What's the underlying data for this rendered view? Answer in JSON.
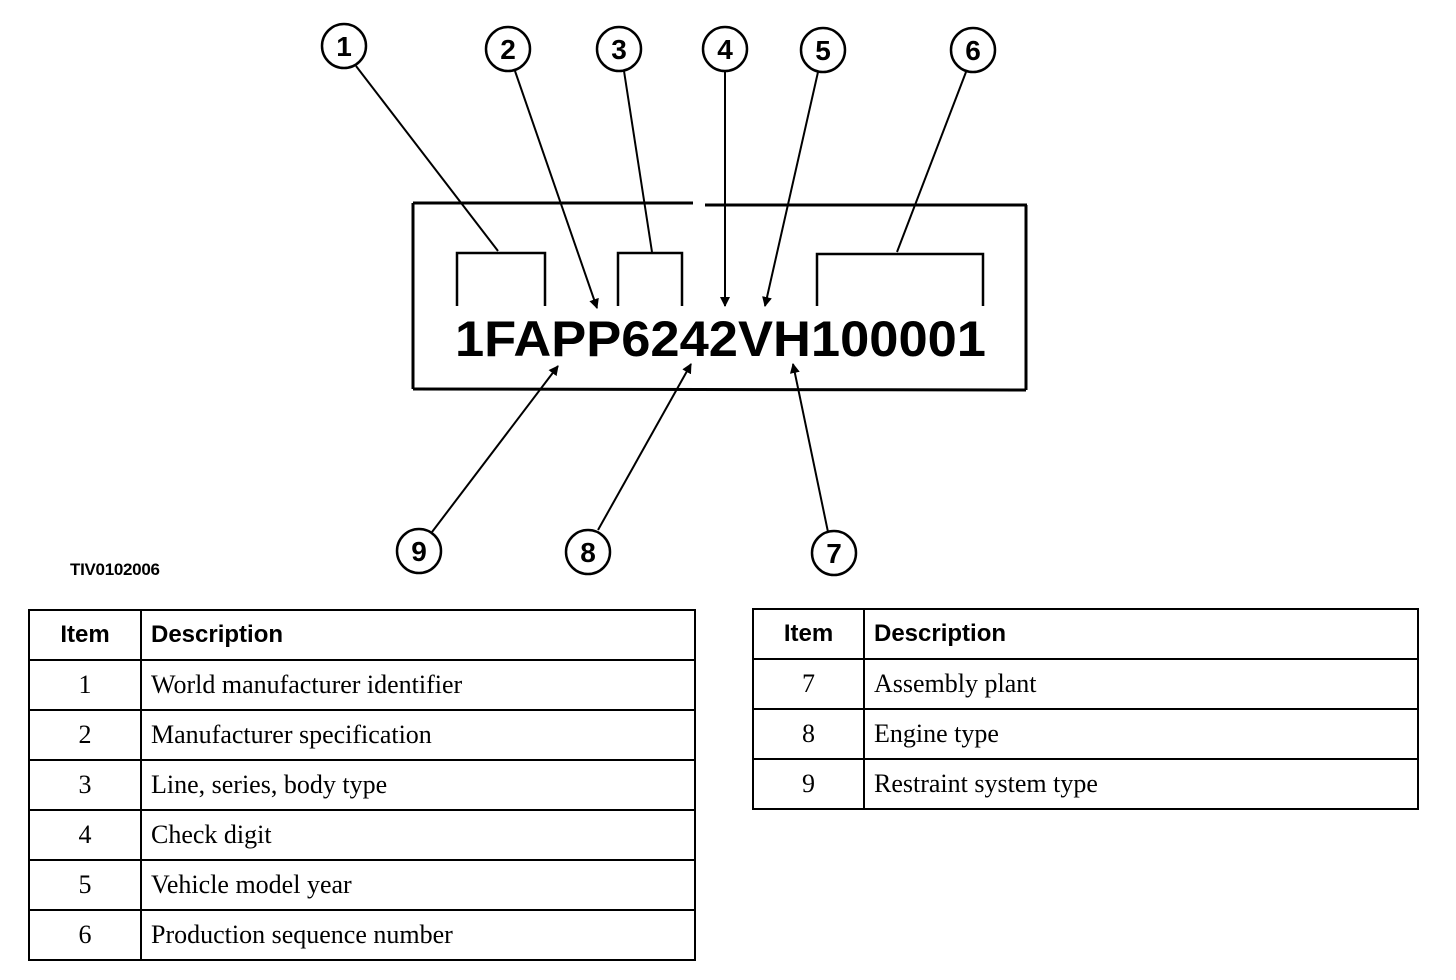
{
  "vin": "1FAPP6242VH100001",
  "figure_id": "TIV0102006",
  "callouts": [
    "1",
    "2",
    "3",
    "4",
    "5",
    "6",
    "7",
    "8",
    "9"
  ],
  "tables": [
    {
      "header": {
        "item": "Item",
        "description": "Description"
      },
      "rows": [
        {
          "item": "1",
          "description": "World manufacturer identifier"
        },
        {
          "item": "2",
          "description": "Manufacturer specification"
        },
        {
          "item": "3",
          "description": "Line, series, body type"
        },
        {
          "item": "4",
          "description": "Check digit"
        },
        {
          "item": "5",
          "description": "Vehicle model year"
        },
        {
          "item": "6",
          "description": "Production sequence number"
        }
      ]
    },
    {
      "header": {
        "item": "Item",
        "description": "Description"
      },
      "rows": [
        {
          "item": "7",
          "description": "Assembly plant"
        },
        {
          "item": "8",
          "description": "Engine type"
        },
        {
          "item": "9",
          "description": "Restraint system type"
        }
      ]
    }
  ]
}
